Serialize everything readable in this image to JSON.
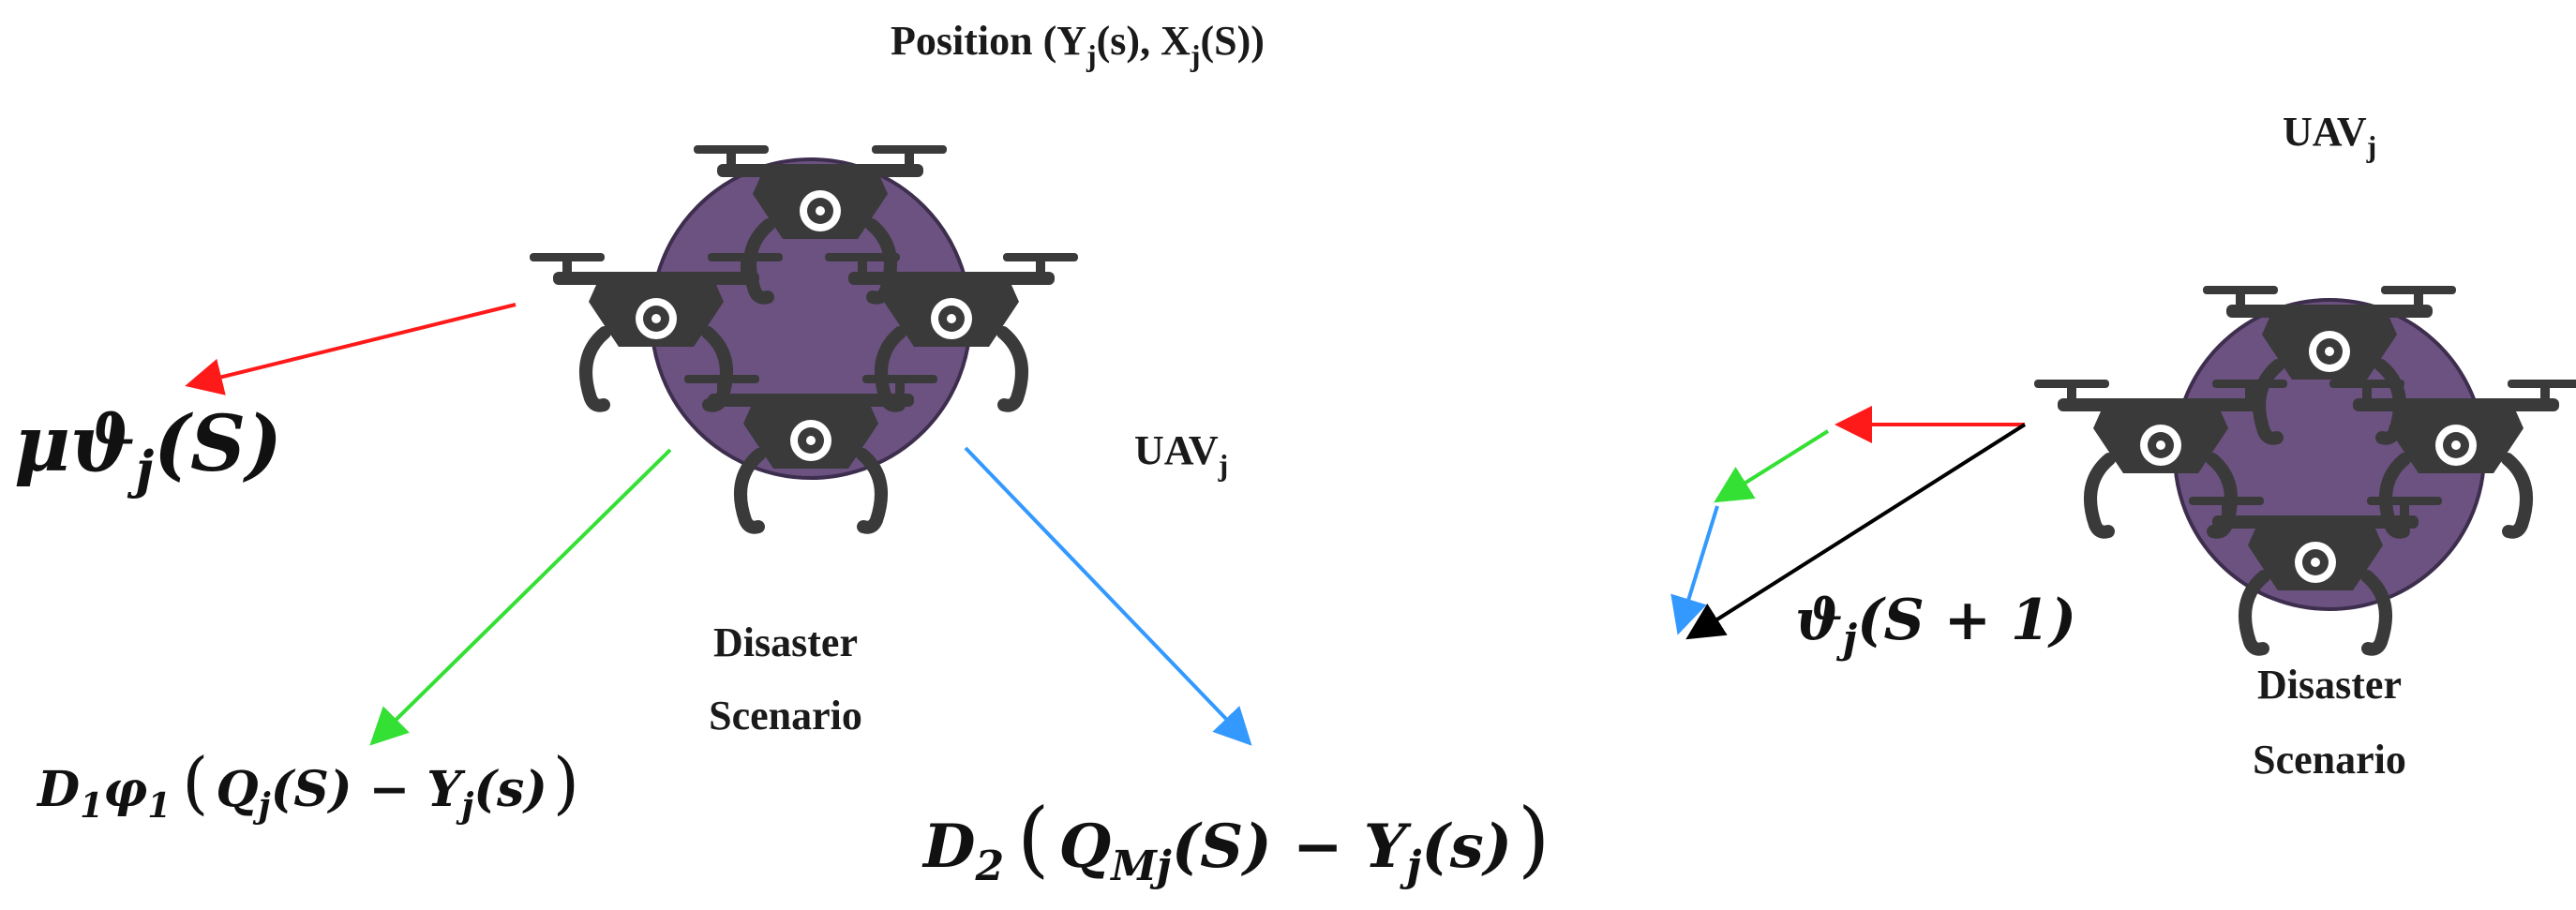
{
  "colors": {
    "sphere": "#6b5280",
    "sphere_stroke": "#3e2e4e",
    "drone_body": "#3a3a3a",
    "red": "#ff1a1a",
    "green": "#33e033",
    "blue": "#3399ff",
    "black": "#000000"
  },
  "icons": {
    "drone": "quadcopter-drone-icon",
    "sphere": "disaster-zone-sphere"
  },
  "left_panel": {
    "position_label": "Position (Y",
    "position_sub1": "j",
    "position_mid": "(s), X",
    "position_sub2": "j",
    "position_end": "(S))",
    "uav_label": "UAV",
    "uav_sub": "j",
    "scenario_line1": "Disaster",
    "scenario_line2": "Scenario",
    "inertia_main": "μϑ",
    "inertia_sub": "j",
    "inertia_arg": "(S)",
    "cognitive": {
      "d": "D",
      "d_sub": "1",
      "phi": "φ",
      "phi_sub": "1",
      "q": "Q",
      "q_sub": "j",
      "q_arg": "(S) − Y",
      "y_sub": "j",
      "y_arg": "(s)"
    },
    "social": {
      "d": "D",
      "d_sub": "2",
      "q": "Q",
      "q_sub": "Mj",
      "q_arg": "(S) − Y",
      "y_sub": "j",
      "y_arg": "(s)"
    }
  },
  "right_panel": {
    "uav_label": "UAV",
    "uav_sub": "j",
    "scenario_line1": "Disaster",
    "scenario_line2": "Scenario",
    "velocity_main": "ϑ",
    "velocity_sub": "j",
    "velocity_arg": "(S + 1)"
  }
}
